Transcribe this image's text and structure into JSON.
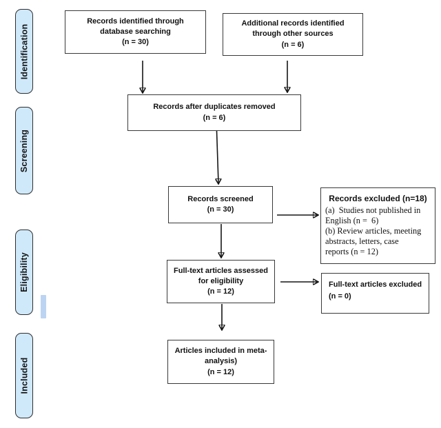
{
  "palette": {
    "background": "#ffffff",
    "stage_fill": "#cfe9fb",
    "stage_border": "#2d2d2d",
    "box_border": "#383838",
    "arrow_color": "#141414",
    "accent_bar": "#bcd4f2"
  },
  "stages": [
    {
      "label": "Identification"
    },
    {
      "label": "Screening"
    },
    {
      "label": "Eligibility"
    },
    {
      "label": "Included"
    }
  ],
  "boxes": {
    "identified": {
      "lines": [
        "Records identified through",
        "database searching",
        "(n = 30)"
      ]
    },
    "additional": {
      "lines": [
        "Additional records identified",
        "through other sources",
        "(n = 6)"
      ]
    },
    "duplicates": {
      "lines": [
        "Records after duplicates removed",
        "(n = 6)"
      ]
    },
    "screened": {
      "lines": [
        "Records screened",
        "(n = 30)"
      ]
    },
    "excluded": {
      "title": "Records excluded (n=18)",
      "lines": [
        "(a)  Studies not published in",
        "English (n =  6)",
        "(b) Review articles, meeting",
        "abstracts, letters, case",
        "reports (n = 12)"
      ]
    },
    "fulltext": {
      "lines": [
        "Full-text articles assessed",
        "for eligibility",
        "(n = 12)"
      ]
    },
    "fulltext_excluded": {
      "lines": [
        "Full-text articles excluded",
        "(n = 0)"
      ]
    },
    "included": {
      "lines": [
        "Articles included in meta-",
        "analysis)",
        "(n = 12)"
      ]
    }
  }
}
